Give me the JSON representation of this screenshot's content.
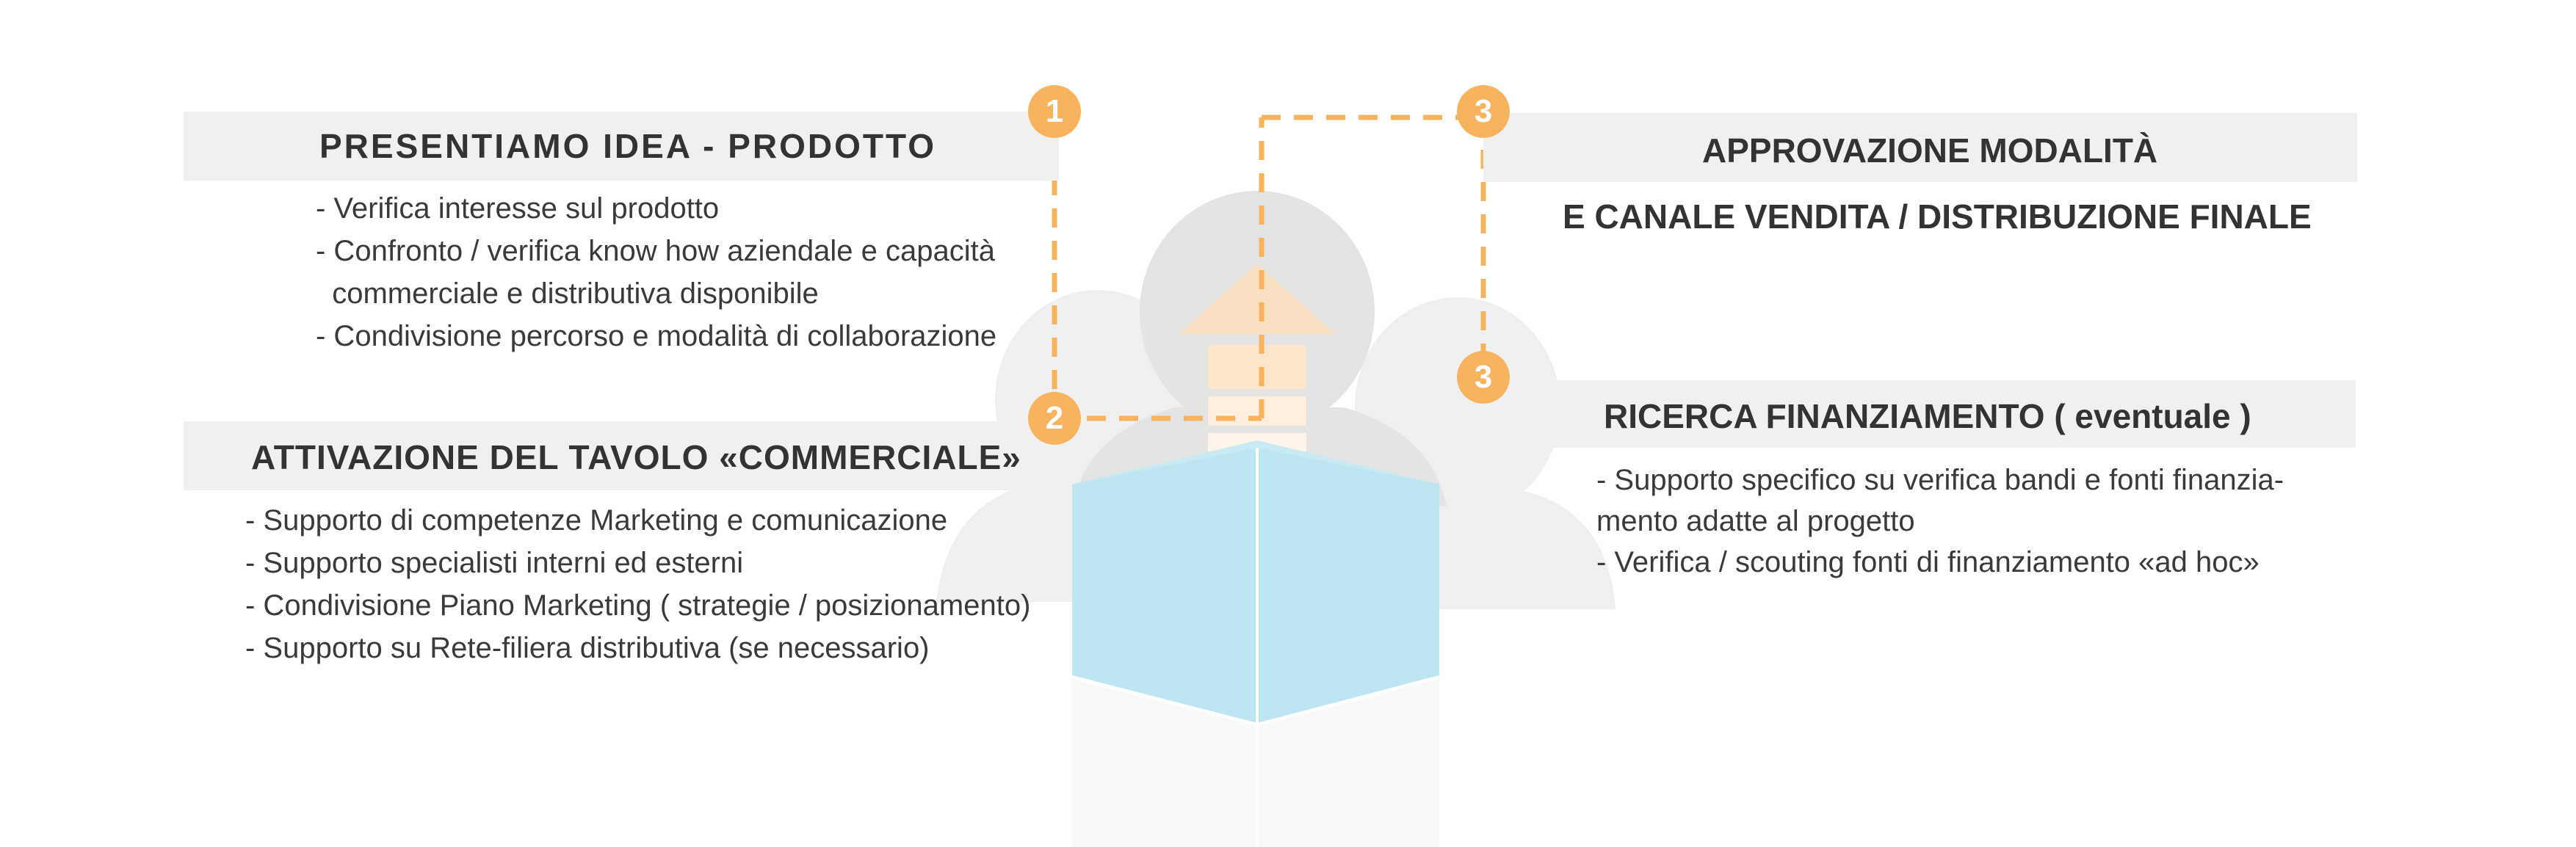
{
  "steps": {
    "step1": {
      "number": "1",
      "title": "PRESENTIAMO IDEA - PRODOTTO",
      "bullets": [
        "- Verifica interesse sul prodotto",
        "- Confronto / verifica  know how aziendale e capacità",
        "  commerciale e distributiva disponibile",
        "- Condivisione  percorso e modalità di collaborazione"
      ]
    },
    "step2": {
      "number": "2",
      "title": "ATTIVAZIONE DEL TAVOLO «COMMERCIALE»",
      "bullets": [
        "- Supporto di competenze Marketing e comunicazione",
        "- Supporto specialisti interni ed esterni",
        "- Condivisione  Piano Marketing ( strategie / posizionamento)",
        "- Supporto su Rete-filiera distributiva (se necessario)"
      ]
    },
    "step3a": {
      "number": "3",
      "title_line1": "APPROVAZIONE MODALITÀ",
      "title_line2": "E CANALE VENDITA / DISTRIBUZIONE FINALE"
    },
    "step3b": {
      "number": "3",
      "title": "RICERCA FINANZIAMENTO ( eventuale )",
      "bullets": [
        "- Supporto specifico su verifica bandi e fonti finanzia-",
        "mento adatte al progetto",
        "- Verifica / scouting fonti di finanziamento «ad hoc»"
      ]
    }
  },
  "colors": {
    "accent": "#f8b35e",
    "band": "#f0f0f0",
    "box": "#c0e8f1",
    "silhouette": "#e6e6e6"
  }
}
